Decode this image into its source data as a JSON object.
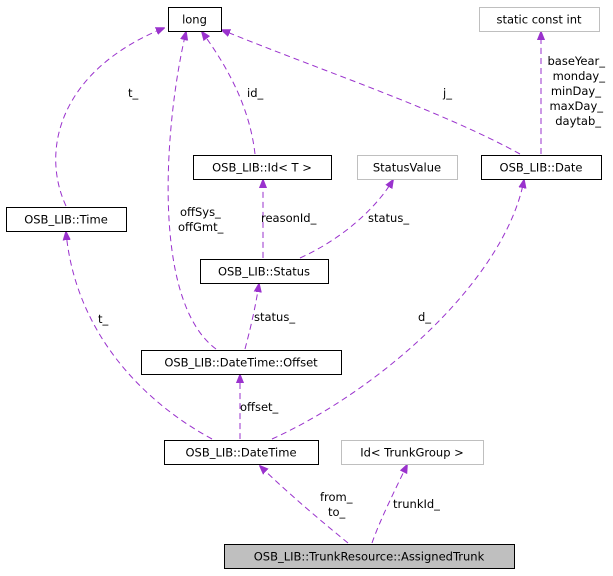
{
  "colors": {
    "edge": "#9a32cd",
    "node_border": "#000000",
    "node_border_faded": "#bfbfbf",
    "node_fill": "#ffffff",
    "focus_fill": "#bfbfbf"
  },
  "nodes": [
    {
      "id": "long",
      "label": "long",
      "style": "normal"
    },
    {
      "id": "sci",
      "label": "static const int",
      "style": "faded"
    },
    {
      "id": "idT",
      "label": "OSB_LIB::Id< T >",
      "style": "normal"
    },
    {
      "id": "sv",
      "label": "StatusValue",
      "style": "faded"
    },
    {
      "id": "date",
      "label": "OSB_LIB::Date",
      "style": "normal"
    },
    {
      "id": "time",
      "label": "OSB_LIB::Time",
      "style": "normal"
    },
    {
      "id": "status",
      "label": "OSB_LIB::Status",
      "style": "normal"
    },
    {
      "id": "offset",
      "label": "OSB_LIB::DateTime::Offset",
      "style": "normal"
    },
    {
      "id": "dt",
      "label": "OSB_LIB::DateTime",
      "style": "normal"
    },
    {
      "id": "idtg",
      "label": "Id< TrunkGroup >",
      "style": "faded"
    },
    {
      "id": "at",
      "label": "OSB_LIB::TrunkResource::AssignedTrunk",
      "style": "focus"
    }
  ],
  "edges": [
    {
      "id": "time-long",
      "from": "time",
      "to": "long",
      "label": [
        "t_"
      ]
    },
    {
      "id": "idT-long",
      "from": "idT",
      "to": "long",
      "label": [
        "id_"
      ]
    },
    {
      "id": "offset-long",
      "from": "offset",
      "to": "long",
      "label": [
        "offSys_",
        "offGmt_"
      ]
    },
    {
      "id": "date-long",
      "from": "date",
      "to": "long",
      "label": [
        "j_"
      ]
    },
    {
      "id": "date-sci",
      "from": "date",
      "to": "sci",
      "label": [
        "baseYear_",
        "monday_",
        "minDay_",
        "maxDay_",
        "daytab_"
      ]
    },
    {
      "id": "status-idT",
      "from": "status",
      "to": "idT",
      "label": [
        "reasonId_"
      ]
    },
    {
      "id": "status-sv",
      "from": "status",
      "to": "sv",
      "label": [
        "status_"
      ]
    },
    {
      "id": "offset-status",
      "from": "offset",
      "to": "status",
      "label": [
        "status_"
      ]
    },
    {
      "id": "dt-time",
      "from": "dt",
      "to": "time",
      "label": [
        "t_"
      ]
    },
    {
      "id": "dt-offset",
      "from": "dt",
      "to": "offset",
      "label": [
        "offset_"
      ]
    },
    {
      "id": "dt-date",
      "from": "dt",
      "to": "date",
      "label": [
        "d_"
      ]
    },
    {
      "id": "at-dt",
      "from": "at",
      "to": "dt",
      "label": [
        "from_",
        "to_"
      ]
    },
    {
      "id": "at-idtg",
      "from": "at",
      "to": "idtg",
      "label": [
        "trunkId_"
      ]
    }
  ]
}
